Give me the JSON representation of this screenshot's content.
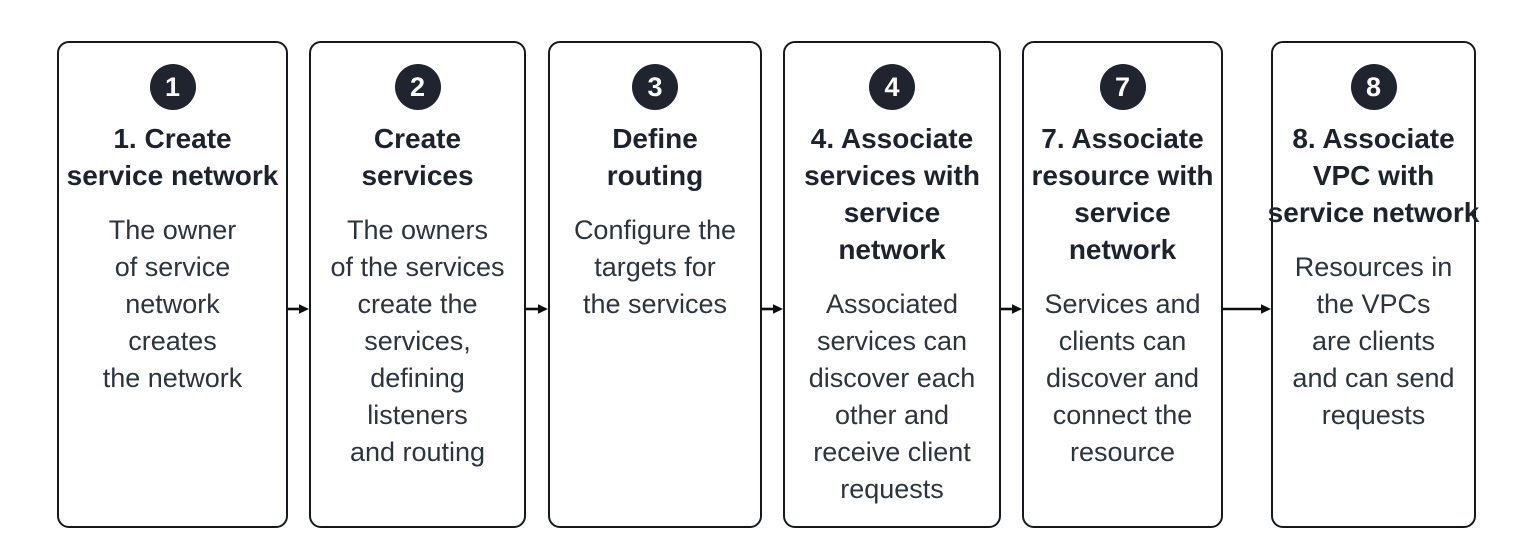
{
  "diagram": {
    "boxes": [
      {
        "badge": "1",
        "title": "1. Create\nservice network",
        "body": "The owner\nof service\nnetwork\ncreates\nthe network"
      },
      {
        "badge": "2",
        "title": "Create\nservices",
        "body": "The owners\nof the services\ncreate the\nservices,\ndefining\nlisteners\nand routing"
      },
      {
        "badge": "3",
        "title": "Define\nrouting",
        "body": "Configure the\ntargets for\nthe services"
      },
      {
        "badge": "4",
        "title": "4. Associate\nservices with\nservice\nnetwork",
        "body": "Associated\nservices can\ndiscover each\nother and\nreceive client\nrequests"
      },
      {
        "badge": "7",
        "title": "7. Associate\nresource with\nservice\nnetwork",
        "body": "Services and\nclients can\ndiscover and\nconnect the\nresource"
      },
      {
        "badge": "8",
        "title": "8. Associate\nVPC with\nservice network",
        "body": "Resources in\nthe VPCs\nare clients\nand can send\nrequests"
      }
    ],
    "colors": {
      "background": "#ffffff",
      "box_border": "#15191f",
      "badge_bg": "#20242e",
      "badge_text": "#ffffff",
      "title_text": "#1c222e",
      "body_text": "#2c3440",
      "arrow": "#0b0d10"
    }
  }
}
